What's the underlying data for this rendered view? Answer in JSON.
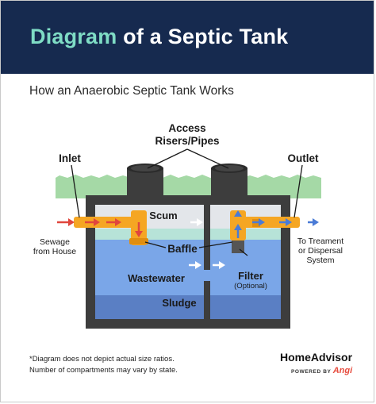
{
  "header": {
    "title_accent": "Diagram",
    "title_rest": "of a Septic Tank"
  },
  "subtitle": "How an Anaerobic Septic Tank Works",
  "labels": {
    "access_line1": "Access",
    "access_line2": "Risers/Pipes",
    "inlet": "Inlet",
    "outlet": "Outlet",
    "sewage_line1": "Sewage",
    "sewage_line2": "from House",
    "treatment_line1": "To Treament",
    "treatment_line2": "or Dispersal",
    "treatment_line3": "System",
    "scum": "Scum",
    "baffle": "Baffle",
    "wastewater": "Wastewater",
    "sludge": "Sludge",
    "filter": "Filter",
    "filter_note": "(Optional)"
  },
  "footer": {
    "note1": "*Diagram does not depict actual size ratios.",
    "note2": "Number of compartments may vary by state.",
    "brand": "HomeAdvisor",
    "powered_by": "POWERED BY",
    "partner": "Angi"
  },
  "colors": {
    "header_bg": "#162a4f",
    "title_accent": "#7fdcc5",
    "grass": "#a5d9a6",
    "pipe": "#f5a623",
    "water": "#7aa6e8",
    "sludge": "#5a7fc4",
    "tank_wall": "#3d3d3d",
    "arrow_red": "#e0463d",
    "arrow_blue": "#4a7bd6"
  }
}
